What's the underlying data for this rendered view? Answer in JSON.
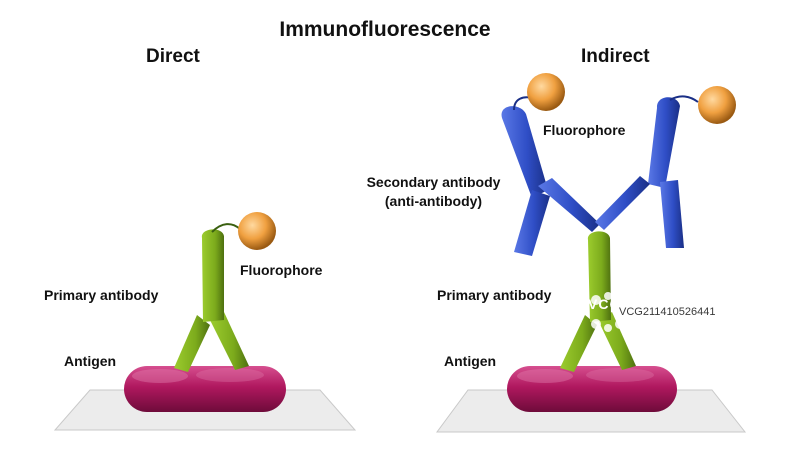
{
  "title": "Immunofluorescence",
  "direct": {
    "heading": "Direct",
    "fluorophore_label": "Fluorophore",
    "primary_antibody_label": "Primary antibody",
    "antigen_label": "Antigen"
  },
  "indirect": {
    "heading": "Indirect",
    "fluorophore_label": "Fluorophore",
    "secondary_antibody_label_line1": "Secondary antibody",
    "secondary_antibody_label_line2": "(anti-antibody)",
    "primary_antibody_label": "Primary antibody",
    "antigen_label": "Antigen"
  },
  "watermark": {
    "logo_text": "VCG",
    "id_text": "VCG211410526441"
  },
  "colors": {
    "antigen": "#b0185f",
    "primary_antibody": "#7cab1c",
    "secondary_antibody": "#2f4ec6",
    "fluorophore": "#f0a040",
    "platform": "#e8e8e8"
  }
}
